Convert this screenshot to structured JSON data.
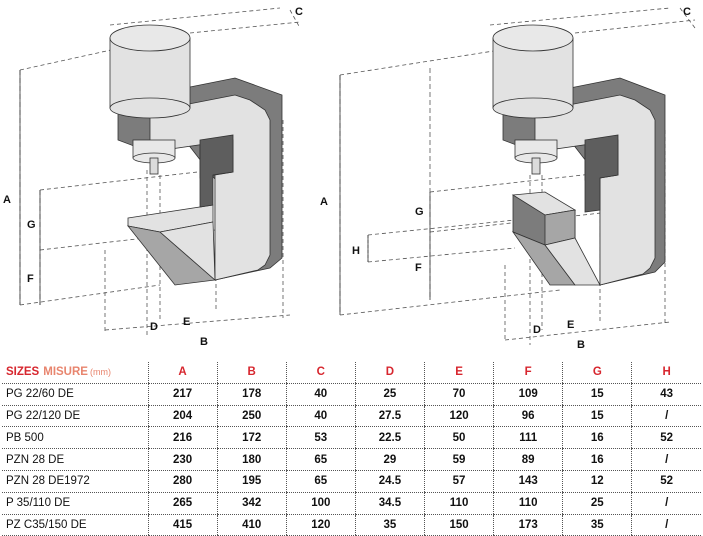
{
  "dimension_labels": {
    "A": "A",
    "B": "B",
    "C": "C",
    "D": "D",
    "E": "E",
    "F": "F",
    "G": "G",
    "H": "H"
  },
  "table": {
    "header": {
      "sizes": "SIZES",
      "misure": "MISURE",
      "unit": "(mm)"
    },
    "columns": [
      "A",
      "B",
      "C",
      "D",
      "E",
      "F",
      "G",
      "H"
    ],
    "rows": [
      {
        "model": "PG 22/60 DE",
        "values": [
          "217",
          "178",
          "40",
          "25",
          "70",
          "109",
          "15",
          "43"
        ]
      },
      {
        "model": "PG 22/120 DE",
        "values": [
          "204",
          "250",
          "40",
          "27.5",
          "120",
          "96",
          "15",
          "/"
        ]
      },
      {
        "model": "PB 500",
        "values": [
          "216",
          "172",
          "53",
          "22.5",
          "50",
          "111",
          "16",
          "52"
        ]
      },
      {
        "model": "PZN 28 DE",
        "values": [
          "230",
          "180",
          "65",
          "29",
          "59",
          "89",
          "16",
          "/"
        ]
      },
      {
        "model": "PZN 28 DE1972",
        "values": [
          "280",
          "195",
          "65",
          "24.5",
          "57",
          "143",
          "12",
          "52"
        ]
      },
      {
        "model": "P 35/110 DE",
        "values": [
          "265",
          "342",
          "100",
          "34.5",
          "110",
          "110",
          "25",
          "/"
        ]
      },
      {
        "model": "PZ C35/150 DE",
        "values": [
          "415",
          "410",
          "120",
          "35",
          "150",
          "173",
          "35",
          "/"
        ]
      }
    ]
  },
  "colors": {
    "light_face": "#e2e2e2",
    "dark_face": "#7c7c7c",
    "mid_face": "#a6a6a6",
    "accent_red": "#d7262e",
    "accent_salmon": "#e8856e"
  }
}
